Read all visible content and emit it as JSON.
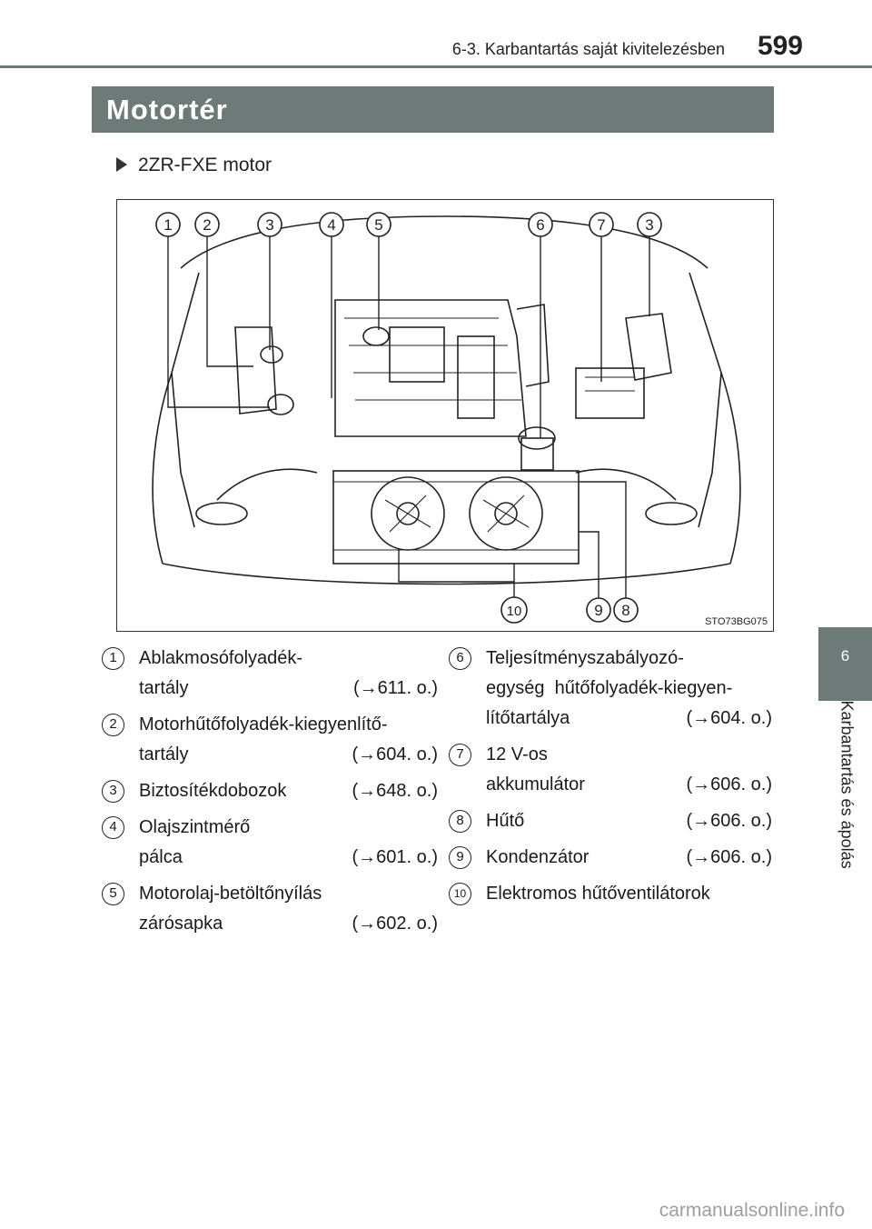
{
  "header": {
    "section": "6-3. Karbantartás saját kivitelezésben",
    "page_number": "599"
  },
  "side_tab": {
    "chapter_number": "6",
    "chapter_title": "Karbantartás és ápolás"
  },
  "title": "Motortér",
  "subtitle": "2ZR-FXE motor",
  "figure": {
    "code": "STO73BG075",
    "callouts_top": [
      "1",
      "2",
      "3",
      "4",
      "5",
      "6",
      "7",
      "3"
    ],
    "callouts_bottom": [
      "10",
      "9",
      "8"
    ]
  },
  "items_left": [
    {
      "num": "1",
      "lines": [
        "Ablakmosófolyadék-",
        "tartály"
      ],
      "ref": "(→611. o.)"
    },
    {
      "num": "2",
      "lines": [
        "Motorhűtőfolyadék-kiegyenlítő-",
        "tartály"
      ],
      "ref": "(→604. o.)"
    },
    {
      "num": "3",
      "lines": [
        "Biztosítékdobozok"
      ],
      "ref": "(→648. o.)"
    },
    {
      "num": "4",
      "lines": [
        "Olajszintmérő",
        "pálca"
      ],
      "ref": "(→601. o.)"
    },
    {
      "num": "5",
      "lines": [
        "Motorolaj-betöltőnyílás",
        "zárósapka"
      ],
      "ref": "(→602. o.)"
    }
  ],
  "items_right": [
    {
      "num": "6",
      "lines": [
        "Teljesítményszabályozó-",
        "egység  hűtőfolyadék-kiegyen-",
        "lítőtartálya"
      ],
      "ref": "(→604. o.)"
    },
    {
      "num": "7",
      "lines": [
        "12 V-os",
        "akkumulátor"
      ],
      "ref": "(→606. o.)"
    },
    {
      "num": "8",
      "lines": [
        "Hűtő"
      ],
      "ref": "(→606. o.)"
    },
    {
      "num": "9",
      "lines": [
        "Kondenzátor"
      ],
      "ref": "(→606. o.)"
    },
    {
      "num": "10",
      "lines": [
        "Elektromos hűtőventilátorok"
      ],
      "ref": ""
    }
  ],
  "watermark": "carmanualsonline.info"
}
